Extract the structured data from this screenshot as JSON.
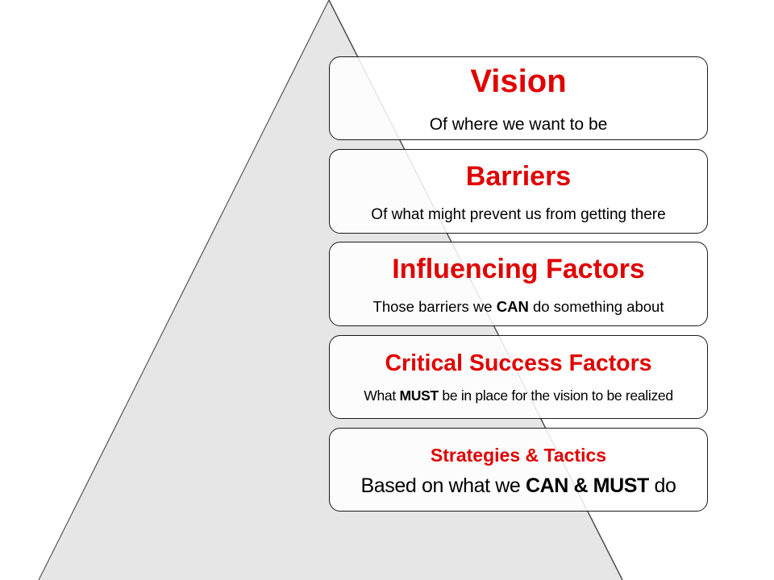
{
  "colors": {
    "title": "#e00000",
    "pyramid_fill": "#e6e6e6",
    "outline": "#1a1a1a"
  },
  "levels": [
    {
      "title": "Vision",
      "sub_pre": "Of where we want to be",
      "sub_bold": "",
      "sub_post": ""
    },
    {
      "title": "Barriers",
      "sub_pre": "Of what might prevent us from getting there",
      "sub_bold": "",
      "sub_post": ""
    },
    {
      "title": "Influencing Factors",
      "sub_pre": "Those barriers we ",
      "sub_bold": "CAN",
      "sub_post": " do something about"
    },
    {
      "title": "Critical Success Factors",
      "sub_pre": "What ",
      "sub_bold": "MUST",
      "sub_post": " be in place for the vision to be realized"
    },
    {
      "title": "Strategies & Tactics",
      "sub_pre": "Based on what we ",
      "sub_bold": "CAN & MUST",
      "sub_post": " do"
    }
  ]
}
